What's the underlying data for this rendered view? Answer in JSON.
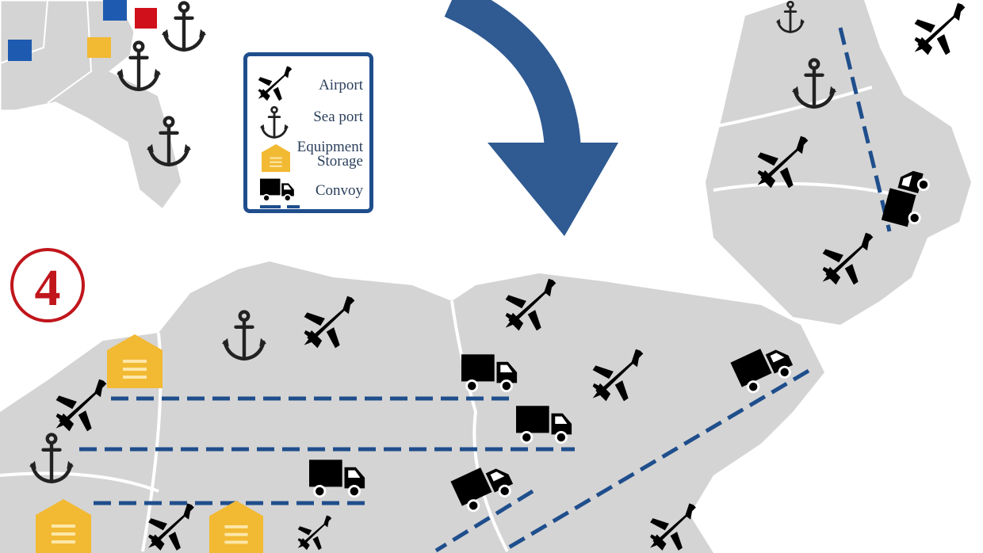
{
  "step_number": "4",
  "legend": {
    "items": [
      {
        "icon": "plane-icon",
        "label": "Airport"
      },
      {
        "icon": "anchor-icon",
        "label": "Sea port"
      },
      {
        "icon": "storage-icon",
        "label": "Equipment Storage",
        "label_line1": "Equipment",
        "label_line2": "Storage"
      },
      {
        "icon": "truck-icon",
        "label": "Convoy"
      }
    ]
  },
  "colors": {
    "map_land": "#d4d4d4",
    "route_blue": "#1f4e8c",
    "arrow_blue": "#2f5a92",
    "storage_yellow": "#f2b933",
    "step_red": "#c0161c",
    "flag_blue": "#1e5bb0",
    "flag_red": "#d0101a"
  }
}
